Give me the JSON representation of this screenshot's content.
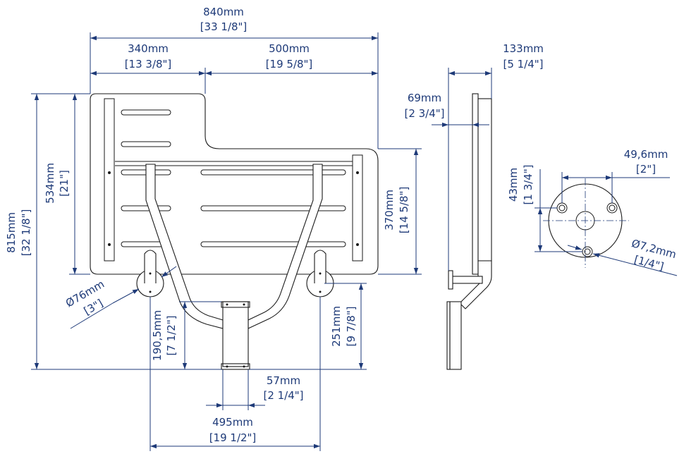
{
  "dimensions": {
    "overall_width": {
      "metric": "840mm",
      "imperial": "[33 1/8\"]"
    },
    "back_width": {
      "metric": "340mm",
      "imperial": "[13 3/8\"]"
    },
    "seat_width": {
      "metric": "500mm",
      "imperial": "[19 5/8\"]"
    },
    "overall_height": {
      "metric": "815mm",
      "imperial": "[32 1/8\"]"
    },
    "back_height": {
      "metric": "534mm",
      "imperial": "[21\"]"
    },
    "seat_depth": {
      "metric": "370mm",
      "imperial": "[14 5/8\"]"
    },
    "flange_diameter": {
      "metric": "Ø76mm",
      "imperial": "[3\"]"
    },
    "bracket_height": {
      "metric": "190,5mm",
      "imperial": "[7 1/2\"]"
    },
    "flange_offset": {
      "metric": "251mm",
      "imperial": "[9 7/8\"]"
    },
    "bracket_width": {
      "metric": "57mm",
      "imperial": "[2 1/4\"]"
    },
    "flange_spacing": {
      "metric": "495mm",
      "imperial": "[19 1/2\"]"
    },
    "side_depth": {
      "metric": "133mm",
      "imperial": "[5 1/4\"]"
    },
    "side_offset": {
      "metric": "69mm",
      "imperial": "[2 3/4\"]"
    },
    "hole_pitch_h": {
      "metric": "49,6mm",
      "imperial": "[2\"]"
    },
    "hole_pitch_v": {
      "metric": "43mm",
      "imperial": "[1 3/4\"]"
    },
    "hole_diameter": {
      "metric": "Ø7,2mm",
      "imperial": "[1/4\"]"
    }
  }
}
